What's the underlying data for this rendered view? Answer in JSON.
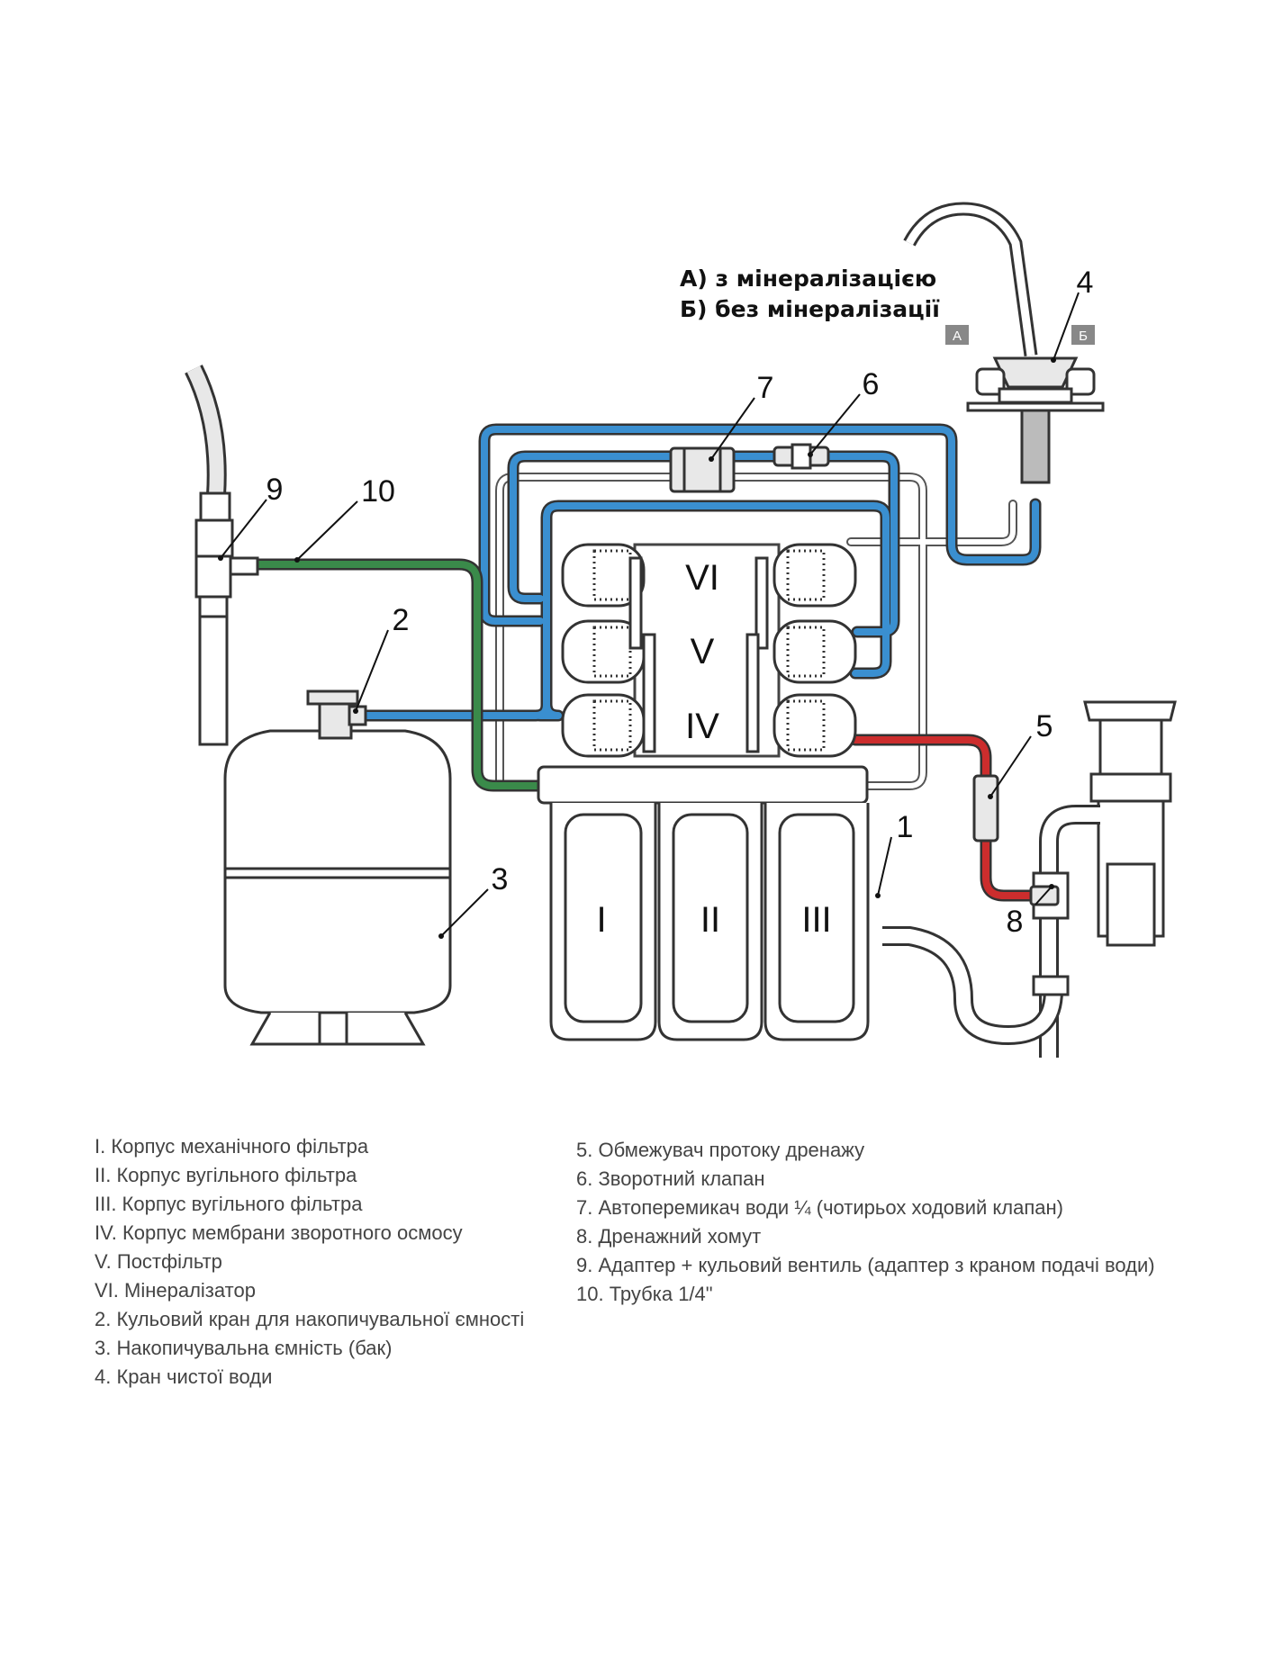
{
  "heading": {
    "line_a": "А) з мінералізацією",
    "line_b": "Б) без мінералізації"
  },
  "faucet_tags": {
    "a": "А",
    "b": "Б"
  },
  "callouts": {
    "c1": "1",
    "c2": "2",
    "c3": "3",
    "c4": "4",
    "c5": "5",
    "c6": "6",
    "c7": "7",
    "c8": "8",
    "c9": "9",
    "c10": "10"
  },
  "stages": {
    "I": "I",
    "II": "II",
    "III": "III",
    "IV": "IV",
    "V": "V",
    "VI": "VI"
  },
  "pipe_colors": {
    "clean": "#3a8fd0",
    "source": "#3a8a4a",
    "drain": "#cc2d2d",
    "outline": "#333333"
  },
  "legend": {
    "left": [
      "I. Корпус механічного фільтра",
      "II. Корпус вугільного фільтра",
      "III. Корпус вугільного фільтра",
      "IV. Корпус мембрани зворотного осмосу",
      "V. Постфільтр",
      "VI. Мінералізатор",
      "2. Кульовий кран для накопичувальної ємності",
      "3. Накопичувальна ємність (бак)",
      "4. Кран чистої води"
    ],
    "right": [
      "5. Обмежувач протоку дренажу",
      "6. Зворотний клапан",
      "7. Автоперемикач води ¼ (чотирьох ходовий клапан)",
      "8. Дренажний хомут",
      "9. Адаптер + кульовий вентиль (адаптер з краном подачі води)",
      "10. Трубка 1/4\""
    ]
  }
}
